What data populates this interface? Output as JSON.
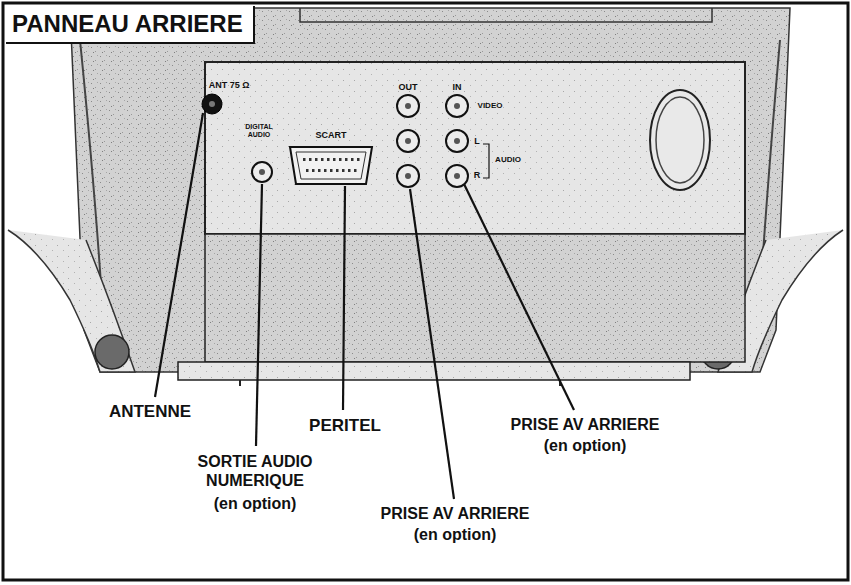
{
  "diagram": {
    "title": "PANNEAU ARRIERE",
    "labels": [
      "ANT 75 Ω",
      "DIGITAL AUDIO",
      "SCART",
      "OUT",
      "IN",
      "VIDEO",
      "L",
      "AUDIO",
      "R",
      "ANTENNE",
      "PERITEL",
      "PRISE AV ARRIERE",
      "(en option)",
      "SORTIE AUDIO NUMERIQUE",
      "(en option)",
      "PRISE AV ARRIERE",
      "(en option)"
    ]
  }
}
